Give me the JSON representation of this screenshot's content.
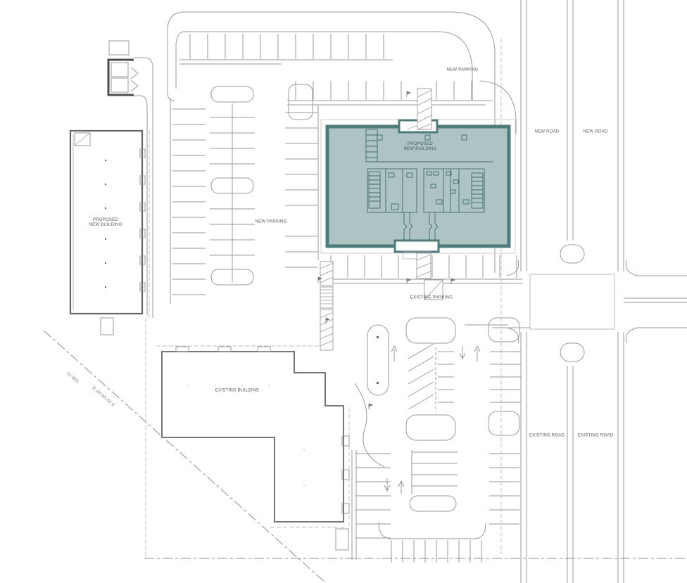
{
  "labels": {
    "new_parking_top": "NEW PARKING",
    "new_road_left": "NEW ROAD",
    "new_road_right": "NEW ROAD",
    "proposed_building_center": {
      "line1": "PROPOSED",
      "line2": "NEW BUILDING"
    },
    "proposed_building_left": {
      "line1": "PROPOSED",
      "line2": "NEW BUILDING"
    },
    "new_parking_mid": "NEW PARKING",
    "existing_parking": "EXISTING PARKING",
    "existing_building": "EXISTING BUILDING",
    "existing_road_left": "EXISTING ROAD",
    "existing_road_right": "EXISTING ROAD",
    "property_line_distance": "509.71'",
    "property_line_bearing": "S 05°05'00\" E"
  },
  "colors": {
    "highlight_fill": "#aec4c4",
    "highlight_border": "#4d7c7c",
    "interior_line": "#3e6a6a",
    "line_gray": "#9a9a9a",
    "building_outline": "#666666",
    "text": "#555555",
    "background": "#ffffff"
  }
}
